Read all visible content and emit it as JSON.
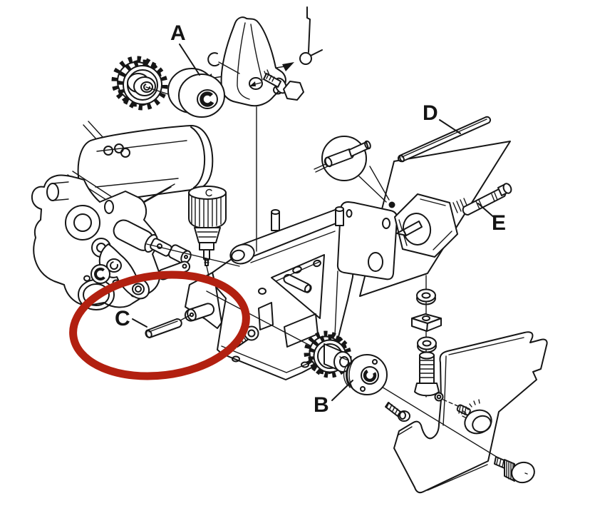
{
  "diagram": {
    "background_color": "#ffffff",
    "line_color": "#161616"
  },
  "highlight": {
    "shape": "ellipse",
    "color": "#b22010",
    "target_label": "C"
  },
  "callouts": {
    "a": "A",
    "b": "B",
    "c": "C",
    "d": "D",
    "e": "E"
  }
}
